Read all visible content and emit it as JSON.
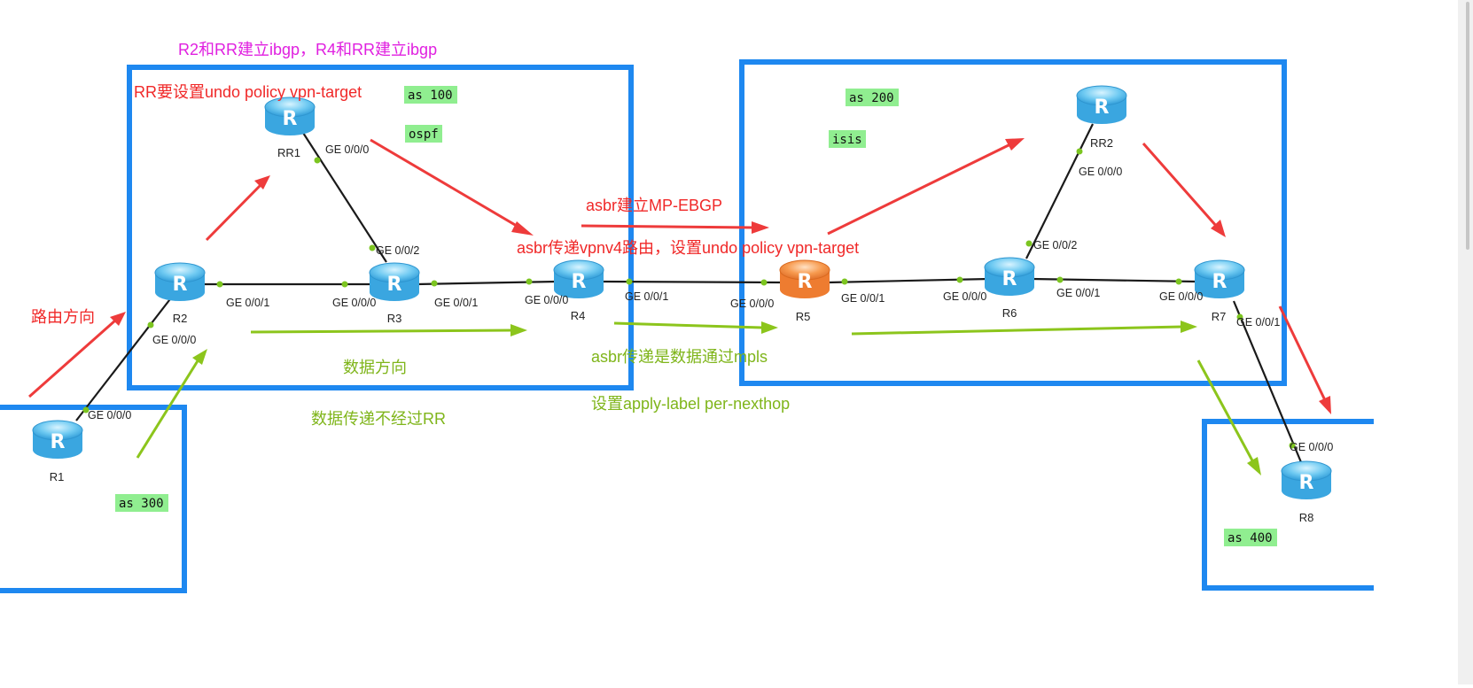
{
  "diagram": {
    "annotations": {
      "ibgp_note": "R2和RR建立ibgp，R4和RR建立ibgp",
      "rr_policy_note": "RR要设置undo policy vpn-target",
      "route_direction": "路由方向",
      "asbr_mp_ebgp": "asbr建立MP-EBGP",
      "asbr_vpnv4": "asbr传递vpnv4路由，设置undo policy vpn-target",
      "data_direction": "数据方向",
      "data_not_via_rr": "数据传递不经过RR",
      "asbr_mpls": "asbr传递是数据通过mpls",
      "apply_label": "设置apply-label per-nexthop"
    },
    "as_labels": {
      "as100": "as 100",
      "ospf": "ospf",
      "as200": "as 200",
      "isis": "isis",
      "as300": "as 300",
      "as400": "as 400"
    },
    "routers": {
      "RR1": "RR1",
      "R1": "R1",
      "R2": "R2",
      "R3": "R3",
      "R4": "R4",
      "R5": "R5",
      "R6": "R6",
      "R7": "R7",
      "R8": "R8",
      "RR2": "RR2"
    },
    "interfaces": {
      "rr1_ge000": "GE 0/0/0",
      "r3_ge002": "GE 0/0/2",
      "r2_ge001": "GE 0/0/1",
      "r3_ge000": "GE 0/0/0",
      "r3_ge001": "GE 0/0/1",
      "r4_ge000": "GE 0/0/0",
      "r4_ge001": "GE 0/0/1",
      "r5_ge000": "GE 0/0/0",
      "r5_ge001": "GE 0/0/1",
      "r6_ge000": "GE 0/0/0",
      "r6_ge001": "GE 0/0/1",
      "r6_ge002": "GE 0/0/2",
      "rr2_ge000": "GE 0/0/0",
      "r7_ge000": "GE 0/0/0",
      "r7_ge001": "GE 0/0/1",
      "r8_ge000": "GE 0/0/0",
      "r2_ge000": "GE 0/0/0",
      "r1_ge000": "GE 0/0/0"
    },
    "colors": {
      "box": "#1e88f0",
      "red_arrow": "#ee3b3b",
      "green_arrow": "#8cc51c",
      "magenta_text": "#e020e0",
      "red_text": "#f02828",
      "green_text": "#7fb51a",
      "router_blue": "#5bc0ef",
      "router_orange": "#f5893a",
      "as_badge": "#90ee90",
      "link": "#1a1a1a",
      "port_dot": "#7cc520"
    }
  }
}
